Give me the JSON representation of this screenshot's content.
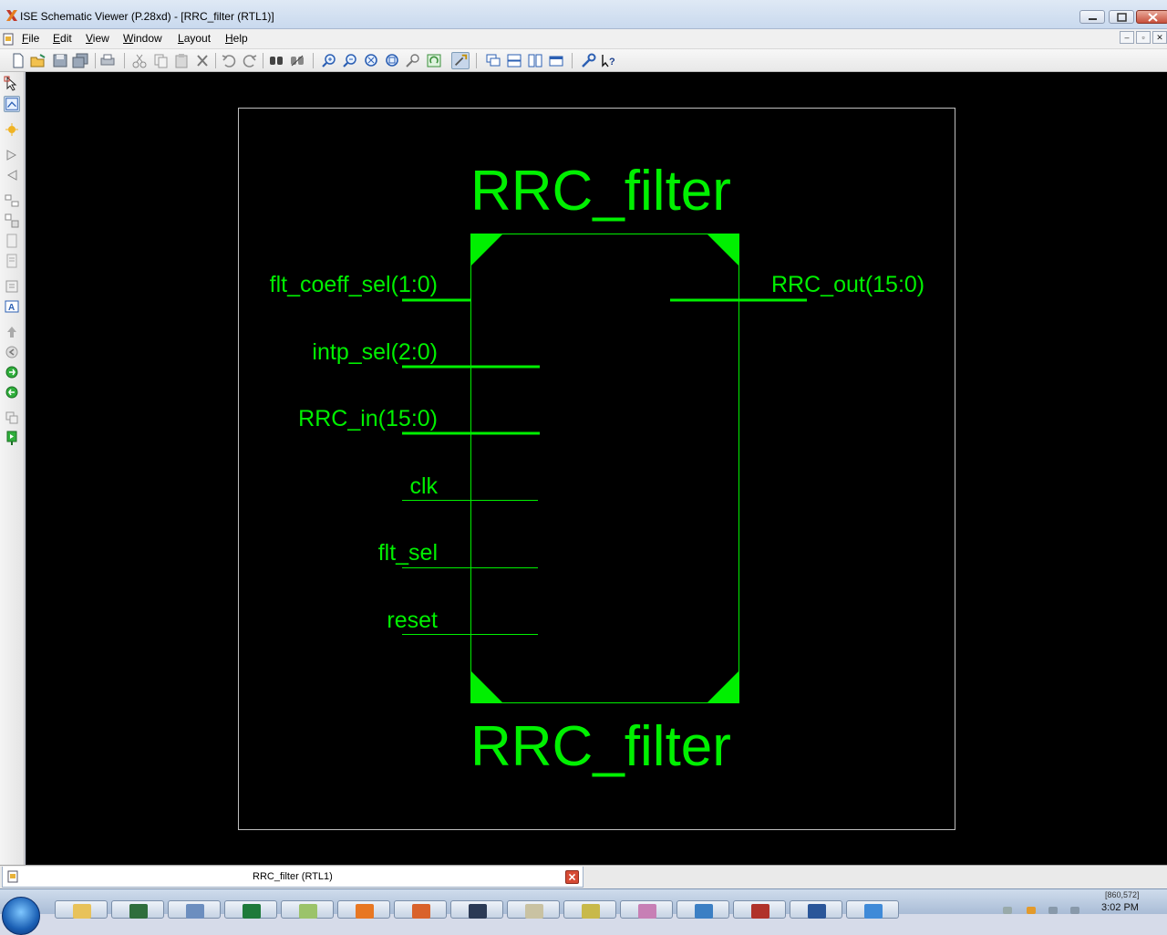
{
  "window": {
    "title": "ISE Schematic Viewer (P.28xd) - [RRC_filter (RTL1)]",
    "app_icon": "xilinx-logo-icon",
    "controls": [
      "minimize-icon",
      "maximize-icon",
      "close-icon"
    ]
  },
  "menu": {
    "items": [
      {
        "accel": "F",
        "rest": "ile"
      },
      {
        "accel": "E",
        "rest": "dit"
      },
      {
        "accel": "V",
        "rest": "iew"
      },
      {
        "accel": "W",
        "rest": "indow"
      },
      {
        "accel": "L",
        "rest": "ayout"
      },
      {
        "accel": "H",
        "rest": "elp"
      }
    ],
    "mdi_controls": [
      "–",
      "▫",
      "✕"
    ]
  },
  "toolbar": {
    "buttons": [
      "new-icon",
      "open-icon",
      "save-icon",
      "save-all-icon",
      "print-icon",
      "cut-icon",
      "copy-icon",
      "paste-icon",
      "delete-icon",
      "undo-icon",
      "redo-icon",
      "find-icon",
      "find-next-icon",
      "zoom-in-icon",
      "zoom-out-icon",
      "zoom-full-icon",
      "zoom-selection-icon",
      "zoom-to-icon",
      "refresh-icon",
      "select-mode-icon",
      "cascade-icon",
      "tile-horizontal-icon",
      "tile-vertical-icon",
      "float-icon",
      "settings-icon",
      "context-help-icon"
    ],
    "active": "select-mode-icon"
  },
  "left_toolbar": {
    "buttons": [
      "select-icon",
      "zoom-area-icon",
      "highlight-icon",
      "forward-icon",
      "back-icon",
      "hierarchy-icon",
      "expand-icon",
      "page-icon",
      "page2-icon",
      "properties-icon",
      "text-icon",
      "push-icon",
      "pop-back-icon",
      "next-page-icon",
      "previous-page-icon",
      "copy-view-icon",
      "bookmark-icon"
    ],
    "active": "zoom-area-icon"
  },
  "schematic": {
    "instance_name_top": "RRC_filter",
    "instance_name_bottom": "RRC_filter",
    "inputs": [
      {
        "name": "flt_coeff_sel(1:0)",
        "bus": true
      },
      {
        "name": "intp_sel(2:0)",
        "bus": true
      },
      {
        "name": "RRC_in(15:0)",
        "bus": true
      },
      {
        "name": "clk",
        "bus": false
      },
      {
        "name": "flt_sel",
        "bus": false
      },
      {
        "name": "reset",
        "bus": false
      }
    ],
    "outputs": [
      {
        "name": "RRC_out(15:0)",
        "bus": true
      }
    ],
    "colors": {
      "wire": "#00f000",
      "background": "#000000",
      "border": "#bfbfbf"
    }
  },
  "tabs": [
    {
      "label": "RRC_filter (RTL1)",
      "icon": "schematic-doc-icon",
      "close": "close-icon"
    }
  ],
  "status": {
    "coordinates": "[860,572]"
  },
  "taskbar": {
    "start": "windows-start-icon",
    "apps": [
      "file-explorer-icon",
      "ise-icon",
      "app-window-icon",
      "excel-icon",
      "folder-icon",
      "app-orange-icon",
      "matlab-icon",
      "terminal-icon",
      "notepad-icon",
      "xilinx-icon",
      "paint-icon",
      "network-icon",
      "media-icon",
      "word-icon",
      "chrome-icon"
    ],
    "clock": "3:02 PM"
  }
}
